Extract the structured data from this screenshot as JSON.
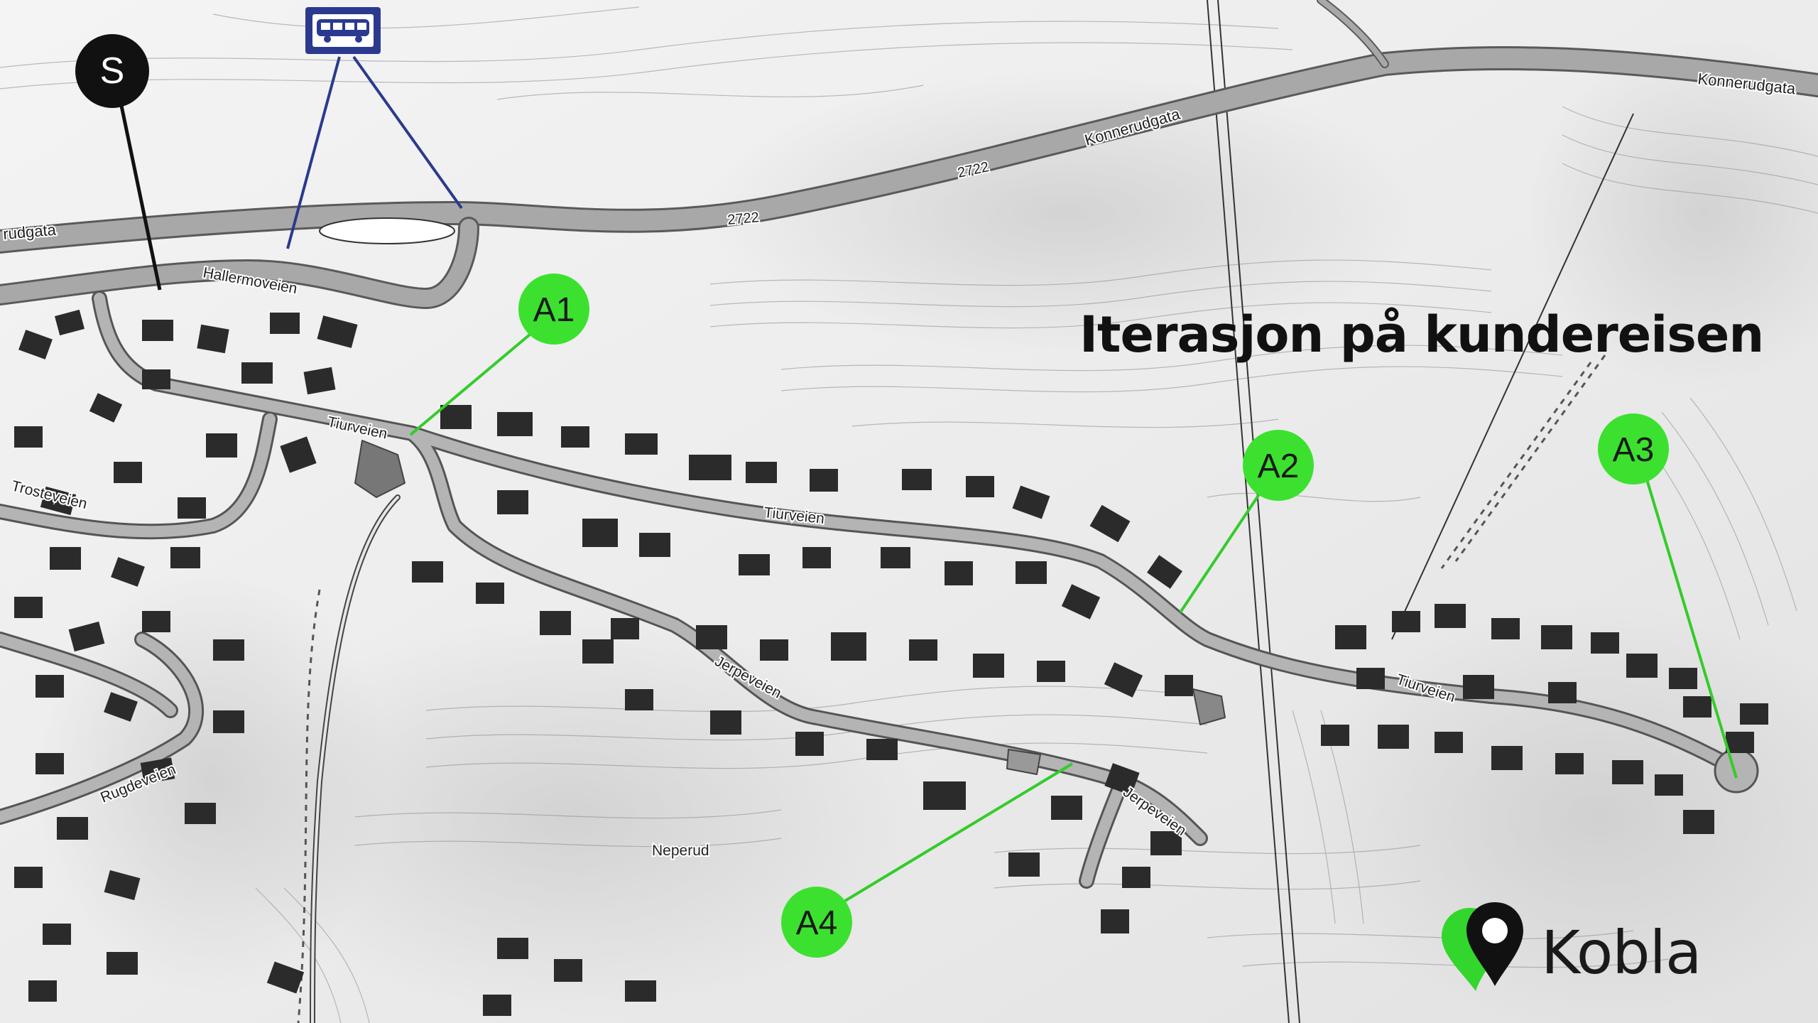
{
  "title": "Iterasjon på kundereisen",
  "brand": {
    "name": "Kobla",
    "color": "#33d62c",
    "text_color": "#1a1a1a"
  },
  "colors": {
    "marker": "#3ce130",
    "callout_line": "#33cc2a",
    "road": "#a8a8a8",
    "building": "#2b2b2b",
    "bus_sign": "#2b3a8f",
    "station": "#111111"
  },
  "markers": [
    {
      "id": "A1",
      "label": "A1"
    },
    {
      "id": "A2",
      "label": "A2"
    },
    {
      "id": "A3",
      "label": "A3"
    },
    {
      "id": "A4",
      "label": "A4"
    }
  ],
  "station_marker": {
    "label": "S"
  },
  "bus_stop": {
    "icon": "bus-icon"
  },
  "street_labels": {
    "konnerudgata_1": "Konnerudgata",
    "konnerudgata_2": "Konnerudgata",
    "konnerudgata_3": "rudgata",
    "road_no_1": "2722",
    "road_no_2": "2722",
    "hallermoveien": "Hallermoveien",
    "tiurveien_1": "Tiurveien",
    "tiurveien_2": "Tiurveien",
    "tiurveien_3": "Tiurveien",
    "trosteveien": "Trosteveien",
    "jerpeveien_1": "Jerpeveien",
    "jerpeveien_2": "Jerpeveien",
    "rugdeveien": "Rugdeveien",
    "neperud": "Neperud"
  }
}
